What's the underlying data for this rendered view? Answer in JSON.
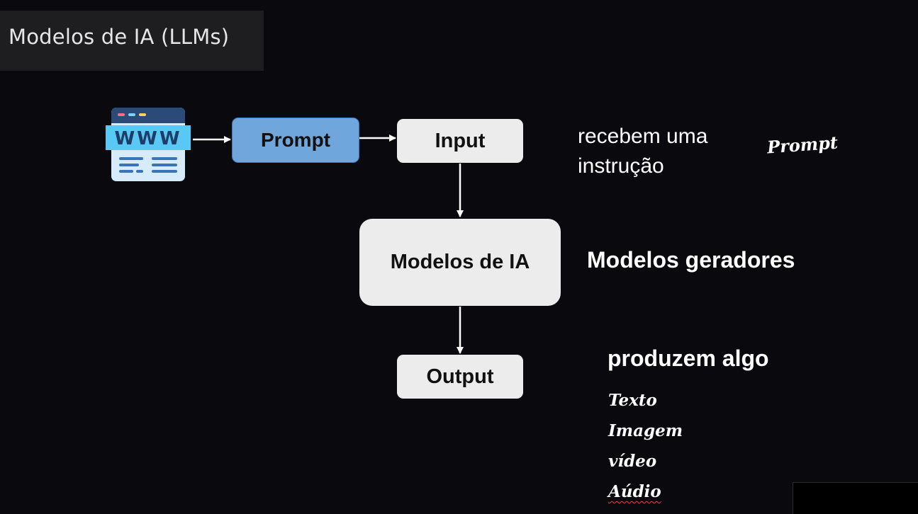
{
  "header": {
    "title": "Modelos de IA (LLMs)"
  },
  "web_icon": {
    "label": "WWW",
    "icon": "web-page-icon"
  },
  "nodes": {
    "prompt": "Prompt",
    "input": "Input",
    "model": "Modelos de IA",
    "output": "Output"
  },
  "notes": {
    "input_line1": "recebem uma",
    "input_line2": "instrução",
    "input_handwritten": "Prompt",
    "model": "Modelos geradores",
    "output": "produzem algo"
  },
  "output_types": [
    "Texto",
    "Imagem",
    "vídeo",
    "Aúdio"
  ],
  "colors": {
    "background": "#0a0a0e",
    "title_bar": "#1e1e20",
    "prompt_box": "#6fa6dc",
    "node_box": "#ececec",
    "icon_accent": "#59c8f5"
  }
}
